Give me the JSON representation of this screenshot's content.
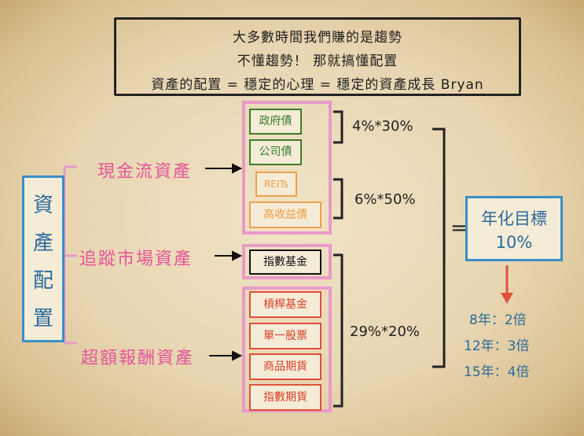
{
  "header": {
    "line1": "大多數時間我們賺的是趨勢",
    "line2": "不懂趨勢！ 那就搞懂配置",
    "line3": "資產的配置 = 穩定的心理 = 穩定的資產成長 Bryan"
  },
  "root": {
    "chars": [
      "資",
      "產",
      "配",
      "置"
    ]
  },
  "categories": {
    "cashflow": "現金流資產",
    "market": "追蹤市場資產",
    "excess": "超額報酬資產"
  },
  "items": {
    "gov_bond": "政府債",
    "corp_bond": "公司債",
    "reits": "REITs",
    "high_yield": "高收益債",
    "index_fund": "指數基金",
    "leveraged_fund": "槓桿基金",
    "single_stock": "單一股票",
    "commodity_futures": "商品期貨",
    "index_futures": "指數期貨"
  },
  "formulas": {
    "bonds": "4%*30%",
    "reits_hy": "6%*50%",
    "growth": "29%*20%"
  },
  "equals": "=",
  "target": {
    "title": "年化目標",
    "value": "10%"
  },
  "results": [
    "8年：2倍",
    "12年：3倍",
    "15年：4倍"
  ],
  "colors": {
    "pink": "#e5559a",
    "blue": "#3b8fc6",
    "green": "#3b7d2a",
    "orange": "#f0a04b",
    "red": "#e0503a"
  }
}
